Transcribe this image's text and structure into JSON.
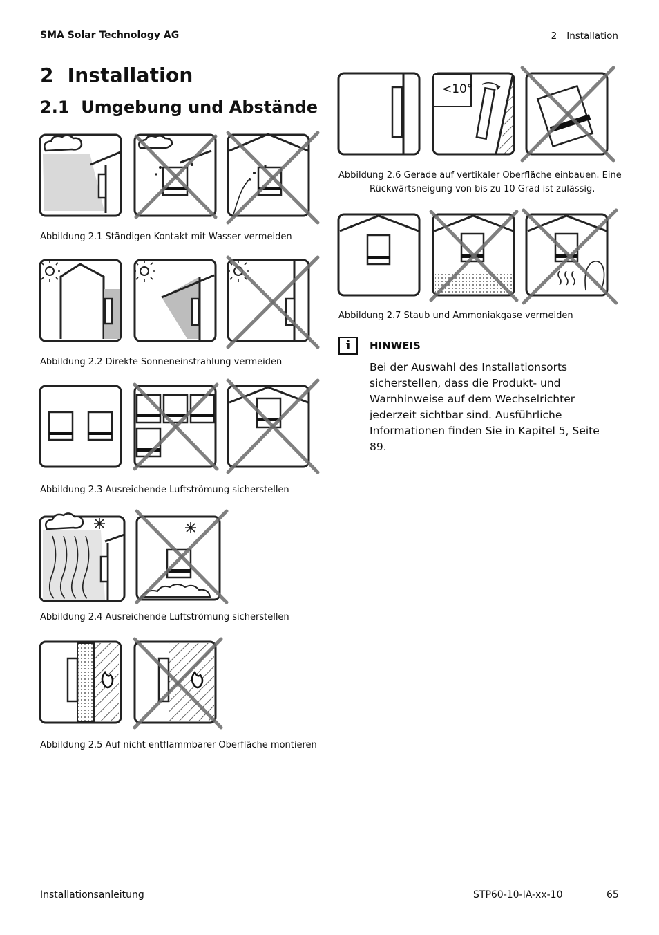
{
  "header": {
    "company": "SMA Solar Technology AG",
    "chapter_number": "2",
    "chapter_title": "Installation"
  },
  "headings": {
    "h1": "2  Installation",
    "h2": "2.1  Umgebung und Abstände"
  },
  "figures": {
    "fig_2_1": "Abbildung 2.1 Ständigen Kontakt mit Wasser vermeiden",
    "fig_2_2": "Abbildung 2.2 Direkte Sonneneinstrahlung vermeiden",
    "fig_2_3": "Abbildung 2.3 Ausreichende Luftströmung sicherstellen",
    "fig_2_4": "Abbildung 2.4 Ausreichende Luftströmung sicherstellen",
    "fig_2_5": "Abbildung 2.5 Auf nicht entflammbarer Oberfläche montieren",
    "fig_2_6_line1": "Abbildung 2.6 Gerade auf vertikaler Oberfläche einbauen. Eine",
    "fig_2_6_line2": "Rückwärtsneigung von bis zu 10 Grad ist zulässig.",
    "fig_2_6_angle": "<10°",
    "fig_2_7": "Abbildung 2.7 Staub und Ammoniakgase vermeiden"
  },
  "notice": {
    "icon": "info-icon",
    "icon_glyph": "i",
    "title": "HINWEIS",
    "text": "Bei der Auswahl des Installationsorts sicherstellen, dass die Produkt- und Warnhinweise auf dem Wechselrichter jederzeit sichtbar sind. Ausführliche Informationen finden Sie in Kapitel 5, Seite 89."
  },
  "footer": {
    "doc_type": "Installationsanleitung",
    "doc_code": "STP60-10-IA-xx-10",
    "page_number": "65"
  }
}
